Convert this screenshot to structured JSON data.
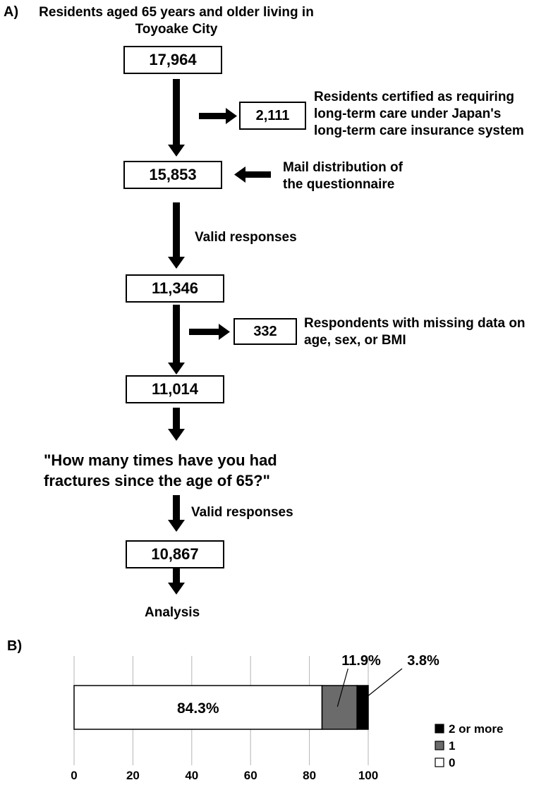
{
  "panel_a": {
    "label": "A)",
    "population_title_line1": "Residents aged 65 years and older living in",
    "population_title_line2": "Toyoake City",
    "box_total": "17,964",
    "box_certified": "2,111",
    "certified_note_line1": "Residents certified as requiring",
    "certified_note_line2": "long-term care under Japan's",
    "certified_note_line3": "long-term care insurance system",
    "box_distributed": "15,853",
    "mail_note_line1": "Mail distribution of",
    "mail_note_line2": "the questionnaire",
    "valid_responses_1": "Valid responses",
    "box_valid": "11,346",
    "box_missing": "332",
    "missing_note_line1": "Respondents with missing data on",
    "missing_note_line2": "age, sex, or BMI",
    "box_complete": "11,014",
    "question_line1": "\"How many times have you had",
    "question_line2": "fractures since the age of 65?\"",
    "valid_responses_2": "Valid responses",
    "box_final": "10,867",
    "analysis_label": "Analysis"
  },
  "panel_b": {
    "label": "B)"
  },
  "chart_data": {
    "type": "bar",
    "orientation": "horizontal-stacked",
    "categories": [
      ""
    ],
    "series": [
      {
        "name": "0",
        "values": [
          84.3
        ],
        "color": "#ffffff",
        "label": "84.3%"
      },
      {
        "name": "1",
        "values": [
          11.9
        ],
        "color": "#6b6b6b",
        "label": "11.9%"
      },
      {
        "name": "2 or more",
        "values": [
          3.8
        ],
        "color": "#000000",
        "label": "3.8%"
      }
    ],
    "xlim": [
      0,
      100
    ],
    "xticks": [
      0,
      20,
      40,
      60,
      80,
      100
    ],
    "grid": true,
    "legend_position": "bottom-right",
    "legend_order": [
      "2 or more",
      "1",
      "0"
    ]
  }
}
